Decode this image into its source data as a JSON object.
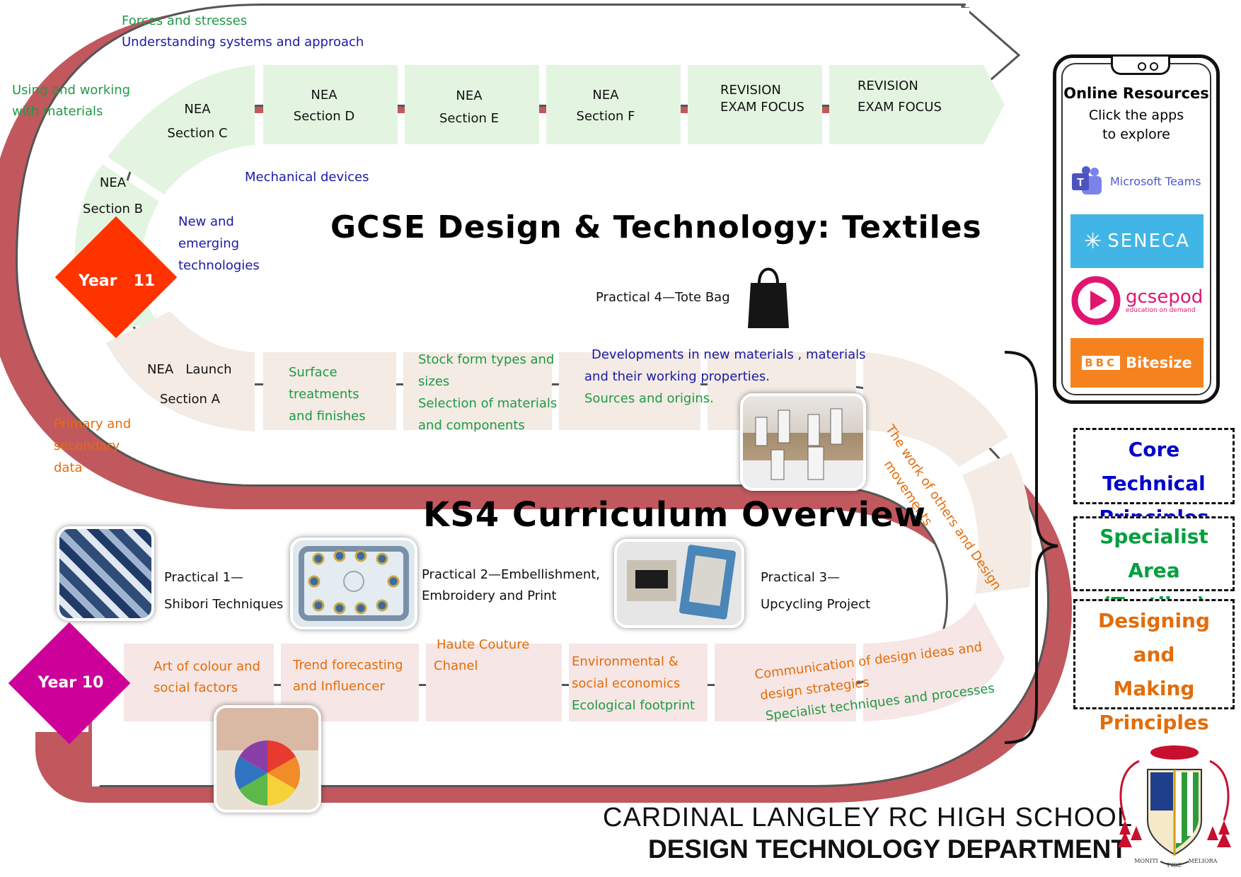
{
  "top_labels": {
    "forces": "Forces and stresses",
    "systems": "Understanding systems and approach",
    "materials": [
      "Using and working",
      "with materials"
    ]
  },
  "year11_row": [
    {
      "l1": "NEA",
      "l2": "Section C"
    },
    {
      "l1": "NEA",
      "l2": "Section D"
    },
    {
      "l1": "NEA",
      "l2": "Section E"
    },
    {
      "l1": "NEA",
      "l2": "Section F"
    },
    {
      "l1": "REVISION",
      "l2": "EXAM FOCUS"
    },
    {
      "l1": "REVISION",
      "l2": "EXAM FOCUS"
    }
  ],
  "section_b": {
    "l1": "NEA",
    "l2": "Section B"
  },
  "year11_badge": "Year   11",
  "year10_badge": "Year 10",
  "inner_labels": {
    "mechanical": "Mechanical devices",
    "new_tech": [
      "New and",
      "emerging",
      "technologies"
    ]
  },
  "title_main": "GCSE Design & Technology: Textiles",
  "title_sub": "KS4 Curriculum Overview",
  "practical4": "Practical 4—Tote Bag",
  "middle_row": {
    "nea_launch": [
      "NEA   Launch",
      "Section A"
    ],
    "surface": [
      "Surface",
      "treatments",
      "and finishes"
    ],
    "stock": [
      "Stock form types and",
      "sizes",
      "Selection of  materials",
      "and components"
    ],
    "developments": [
      "Developments in new materials , materials",
      "and their working properties.",
      "Sources and origins."
    ]
  },
  "primary_data": [
    "Primary and",
    "secondary",
    "data"
  ],
  "curve_label": [
    "The work of others and  Design",
    "movements"
  ],
  "practicals": {
    "p1": [
      "Practical 1—",
      "Shibori Techniques"
    ],
    "p2": [
      "Practical 2—Embellishment,",
      "Embroidery and Print"
    ],
    "p3": [
      "Practical 3—",
      "Upcycling Project"
    ]
  },
  "year10_row": {
    "colour": [
      "Art of colour and",
      "social factors"
    ],
    "trend": [
      "Trend forecasting",
      "and Influencer"
    ],
    "haute": [
      "Haute Couture",
      "Chanel"
    ],
    "env": [
      "Environmental &",
      "social economics",
      "Ecological  footprint"
    ],
    "comm": [
      "Communication of design  ideas and",
      "design strategies"
    ],
    "spec": "Specialist techniques and processes"
  },
  "phone": {
    "heading": "Online Resources",
    "sub": [
      "Click the apps",
      "to explore"
    ],
    "apps": [
      {
        "name": "Microsoft Teams",
        "icon": "teams-icon"
      },
      {
        "name": "SENECA",
        "icon": "seneca-icon"
      },
      {
        "name": "gcsepod",
        "tagline": "education on demand",
        "icon": "gcsepod-icon"
      },
      {
        "name": "Bitesize",
        "prefix": "BBC",
        "icon": "bbc-icon"
      }
    ]
  },
  "legend": {
    "core": [
      "Core Technical",
      "Principles"
    ],
    "specialist": [
      "Specialist Area",
      "(Textiles)"
    ],
    "designing": [
      "Designing and",
      "Making",
      "Principles"
    ]
  },
  "school": {
    "name": "CARDINAL LANGLEY RC HIGH SCHOOL",
    "dept": "DESIGN TECHNOLOGY DEPARTMENT",
    "motto": [
      "MONITI",
      "FIDE",
      "MELIORA"
    ]
  },
  "colors": {
    "green_band": "#e3f5e1",
    "beige_band": "#f3ebe4",
    "pink_band": "#f6e6e5",
    "road_shadow": "#c0585e",
    "year11": "#ff3300",
    "year10": "#cc0099",
    "core": "#0000cc",
    "specialist": "#00a03c",
    "designing": "#e36c0a"
  }
}
